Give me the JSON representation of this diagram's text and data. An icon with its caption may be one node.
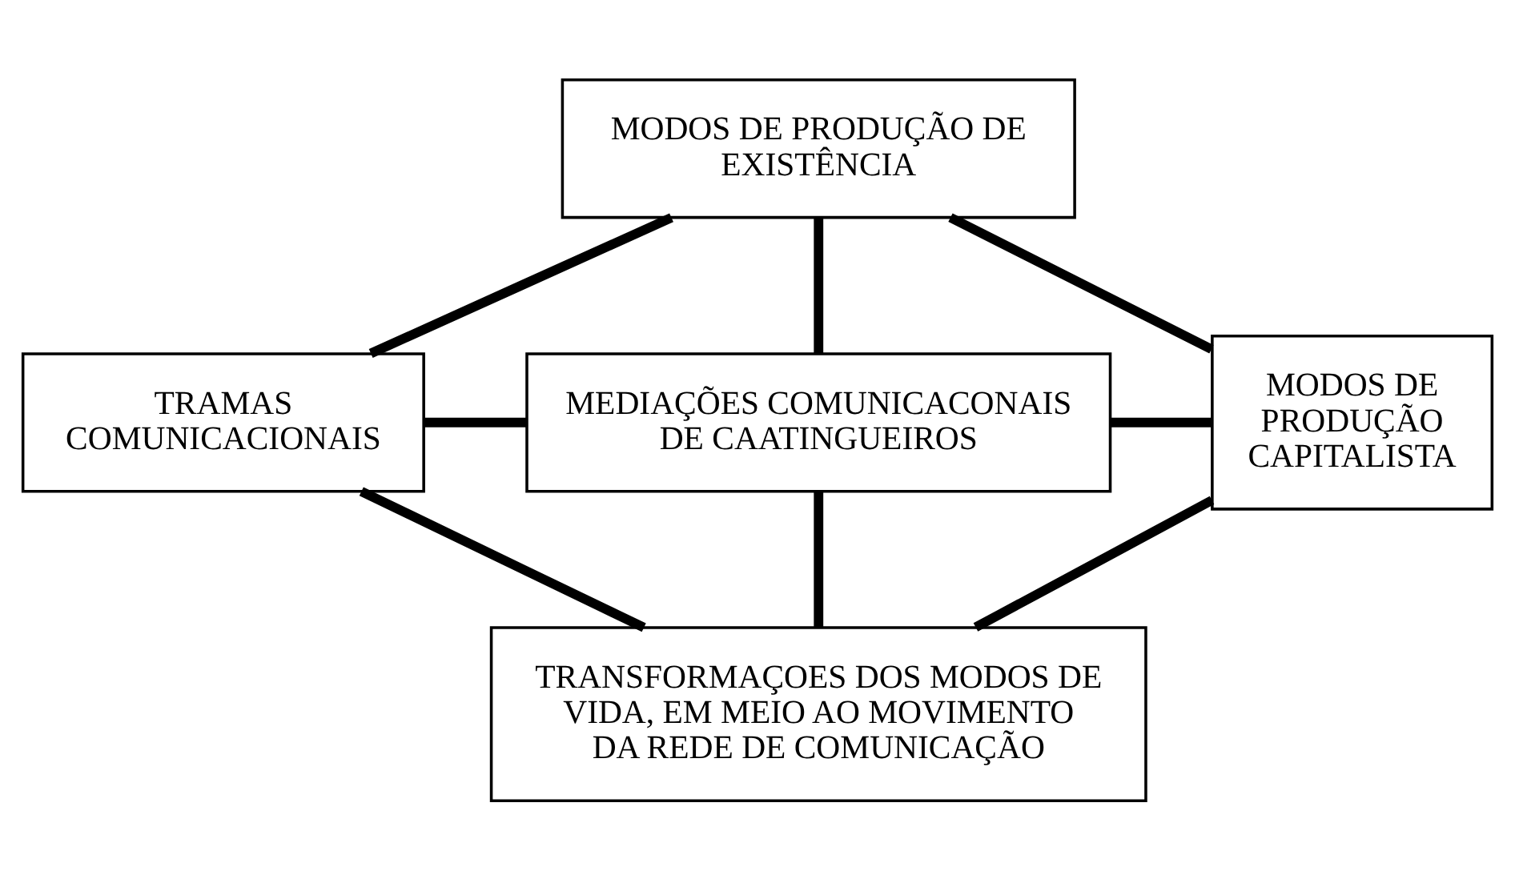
{
  "diagram": {
    "nodes": [
      {
        "text": [
          "MODOS DE PRODUÇÃO DE EXISTÊNCIA"
        ]
      },
      {
        "text": [
          "TRAMAS COMUNICACIONAIS"
        ]
      },
      {
        "text": [
          "MEDIAÇÕES COMUNICACONAIS DE CAATINGUEIROS"
        ]
      },
      {
        "text": [
          "MODOS DE PRODUÇÃO CAPITALISTA"
        ]
      },
      {
        "text": [
          "TRANSFORMAÇOES DOS MODOS DE VIDA, EM MEIO AO MOVIMENTO DA REDE DE COMUNICAÇÃO"
        ]
      }
    ],
    "edges": [
      {
        "from": 0,
        "to": 1,
        "arrow": "none"
      },
      {
        "from": 0,
        "to": 2,
        "arrow": "none"
      },
      {
        "from": 0,
        "to": 3,
        "arrow": "none"
      },
      {
        "from": 1,
        "to": 2,
        "arrow": "none"
      },
      {
        "from": 2,
        "to": 3,
        "arrow": "none"
      },
      {
        "from": 1,
        "to": 4,
        "arrow": "none"
      },
      {
        "from": 2,
        "to": 4,
        "arrow": "none"
      },
      {
        "from": 3,
        "to": 4,
        "arrow": "none"
      }
    ]
  }
}
